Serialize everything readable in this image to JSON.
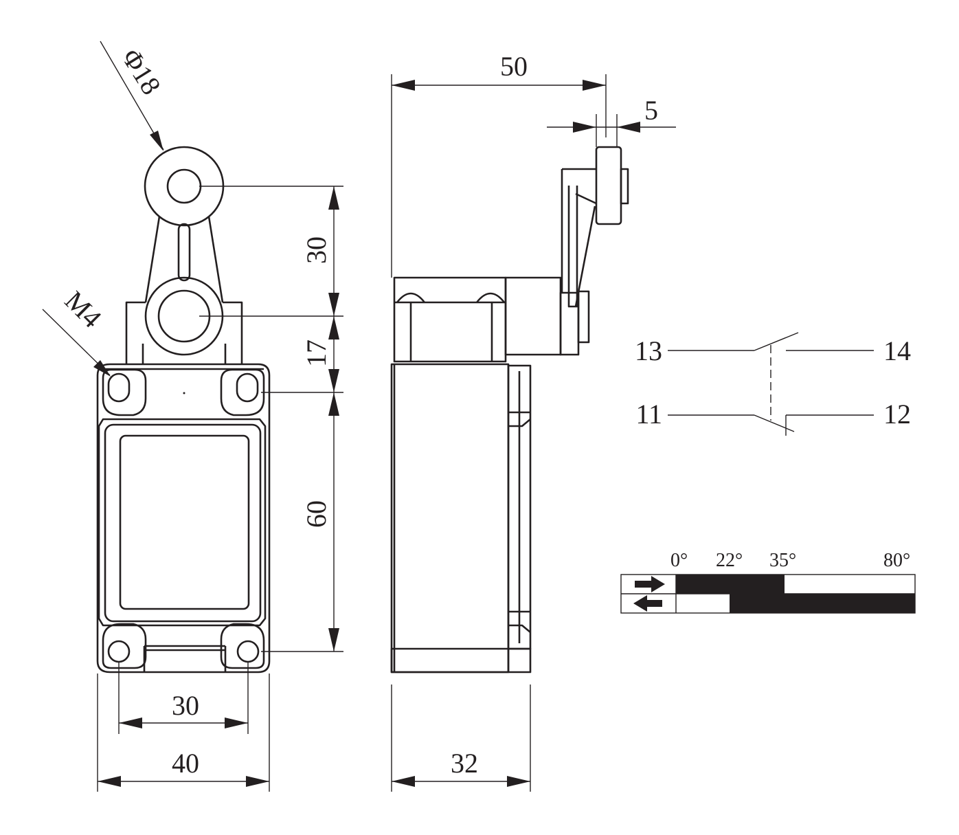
{
  "dimensions": {
    "roller_diameter": "Φ18",
    "thread": "M4",
    "lever_length": "30",
    "lever_pivot_offset": "17",
    "hole_spacing_vertical": "60",
    "hole_spacing_horizontal": "30",
    "body_width": "40",
    "overall_depth": "50",
    "roller_width": "5",
    "body_depth": "32"
  },
  "contacts": {
    "no_left": "13",
    "no_right": "14",
    "nc_left": "11",
    "nc_right": "12"
  },
  "travel": {
    "angles": [
      "0°",
      "22°",
      "35°",
      "80°"
    ]
  },
  "colors": {
    "line": "#231f20",
    "background": "#ffffff"
  }
}
